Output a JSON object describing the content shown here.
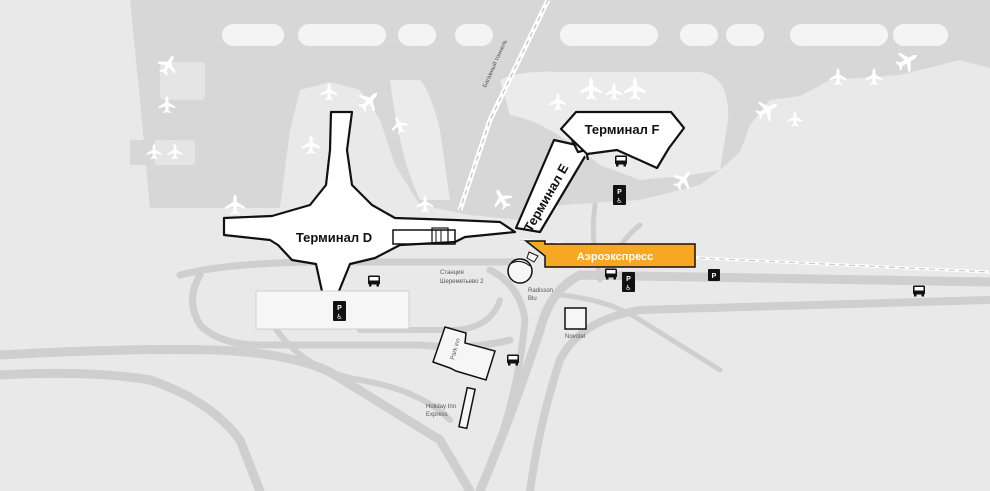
{
  "terminals": {
    "d": "Терминал D",
    "e": "Терминал Е",
    "f": "Терминал F"
  },
  "aeroexpress": {
    "label": "Аэроэкспресс",
    "color": "#f7a823"
  },
  "labels": {
    "baggage_tunnel": "Багажный тоннель",
    "station": "Станция",
    "station_name": "Шереметьево 2",
    "radisson_1": "Radisson",
    "radisson_2": "Blu",
    "novotel": "Novotel",
    "park_inn": "Park inn",
    "holiday_1": "Holiday Inn",
    "holiday_2": "Express"
  },
  "icons": {
    "parking": "P",
    "accessible": "♿"
  },
  "colors": {
    "background": "#e9e9e9",
    "apron": "#d7d7d7",
    "road": "#cfcfcf",
    "building_outline": "#111111",
    "icon_bg": "#111111"
  }
}
